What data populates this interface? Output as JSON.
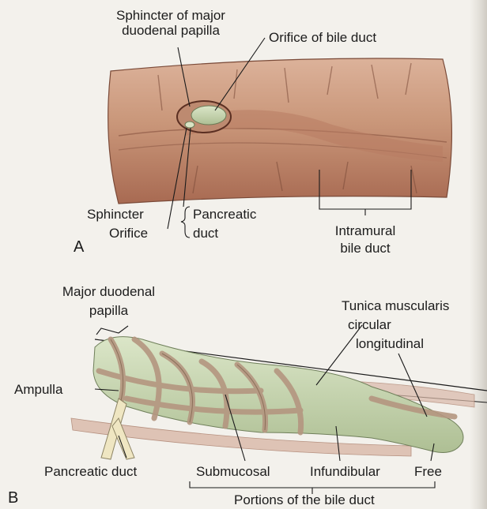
{
  "panel_a": {
    "letter": "A",
    "labels": {
      "sphincter_major_papilla": "Sphincter of major duodenal papilla",
      "orifice_bile_duct": "Orifice of bile duct",
      "sphincter": "Sphincter",
      "orifice": "Orifice",
      "pancreatic_duct_line1": "Pancreatic",
      "pancreatic_duct_line2": "duct",
      "intramural_line1": "Intramural",
      "intramural_line2": "bile duct"
    }
  },
  "panel_b": {
    "letter": "B",
    "labels": {
      "major_papilla_line1": "Major duodenal",
      "major_papilla_line2": "papilla",
      "tunica_muscularis": "Tunica muscularis",
      "circular": "circular",
      "longitudinal": "longitudinal",
      "ampulla": "Ampulla",
      "pancreatic_duct": "Pancreatic duct",
      "submucosal": "Submucosal",
      "infundibular": "Infundibular",
      "free": "Free",
      "portions": "Portions of the bile duct"
    }
  },
  "colors": {
    "duodenal_wall": "#c99679",
    "duodenal_wall_dark": "#a86a52",
    "duct_green": "#c6d6b0",
    "muscle_band": "#c1a88f",
    "leader_line": "#1a1a1a"
  }
}
